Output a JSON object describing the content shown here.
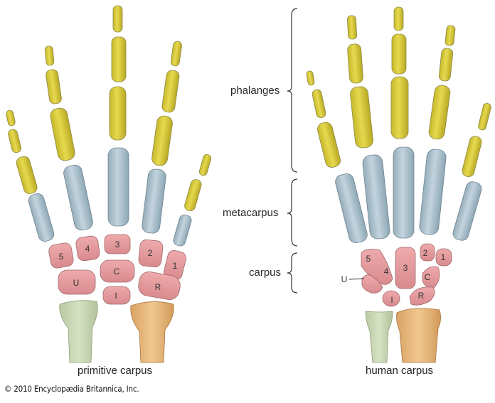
{
  "figure": {
    "left_panel": {
      "caption": "primitive carpus",
      "carpal_labels": [
        "5",
        "4",
        "3",
        "2",
        "1",
        "U",
        "C",
        "I",
        "R"
      ]
    },
    "right_panel": {
      "caption": "human carpus",
      "carpal_labels": [
        "5",
        "4",
        "3",
        "2",
        "1",
        "C",
        "R",
        "I",
        "U"
      ],
      "callout_label": "U"
    },
    "region_labels": {
      "phalanges": "phalanges",
      "metacarpus": "metacarpus",
      "carpus": "carpus"
    },
    "copyright": "© 2010 Encyclopædia Britannica, Inc.",
    "colors": {
      "phalanges": "#d9c93a",
      "metacarpus": "#a9bfcc",
      "carpus": "#e49a9c",
      "ulna": "#c9d6b4",
      "radius": "#e6b47a",
      "outline": "#6b6b6b"
    }
  }
}
